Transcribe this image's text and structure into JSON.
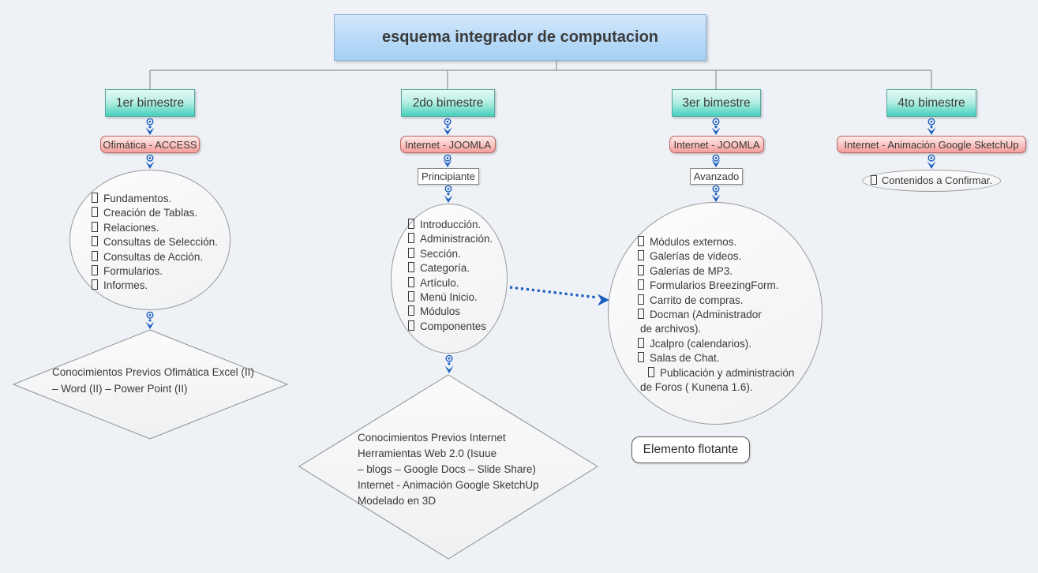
{
  "title": "esquema integrador de computacion",
  "branches": [
    {
      "bimestre": "1er bimestre",
      "subject": "Ofimática - ACCESS",
      "content_lines": [
        "Fundamentos.",
        "Creación de Tablas.",
        "Relaciones.",
        "Consultas de Selección.",
        "Consultas de Acción.",
        "Formularios.",
        "Informes."
      ],
      "prior_knowledge_lines": [
        "Conocimientos Previos Ofimática Excel (II)",
        "– Word (II) – Power Point (II)"
      ]
    },
    {
      "bimestre": "2do bimestre",
      "subject": "Internet - JOOMLA",
      "level": "Principiante",
      "content_lines": [
        "Introducción.",
        "Administración.",
        "Sección.",
        "Categoría.",
        "Artículo.",
        "Menú Inicio.",
        "Módulos",
        "Componentes"
      ],
      "prior_knowledge_lines": [
        "Conocimientos Previos Internet",
        "Herramientas Web 2.0 (Isuue",
        "– blogs – Google Docs – Slide Share)",
        "Internet - Animación Google SketchUp",
        "Modelado en 3D"
      ]
    },
    {
      "bimestre": "3er bimestre",
      "subject": "Internet - JOOMLA",
      "level": "Avanzado",
      "content_lines": [
        "Módulos externos.",
        "Galerías de videos.",
        "Galerías de MP3.",
        "Formularios BreezingForm.",
        "Carrito de compras.",
        "Docman (Administrador",
        "de archivos).",
        "Jcalpro (calendarios).",
        "Salas de Chat.",
        "Publicación y administración",
        "de Foros ( Kunena 1.6)."
      ]
    },
    {
      "bimestre": "4to bimestre",
      "subject": "Internet - Animación Google SketchUp",
      "note": "Contenidos a Confirmar."
    }
  ],
  "floating_topic": "Elemento flotante",
  "colors": {
    "arrow_blue": "#1b5ec0",
    "tree_line_gray": "#7f7f7f",
    "bimestre_teal": "#47d0bd",
    "subject_pink": "#f59e9c",
    "central_blue": "#a4d0f4",
    "shape_border_gray": "#9a9a9a"
  }
}
